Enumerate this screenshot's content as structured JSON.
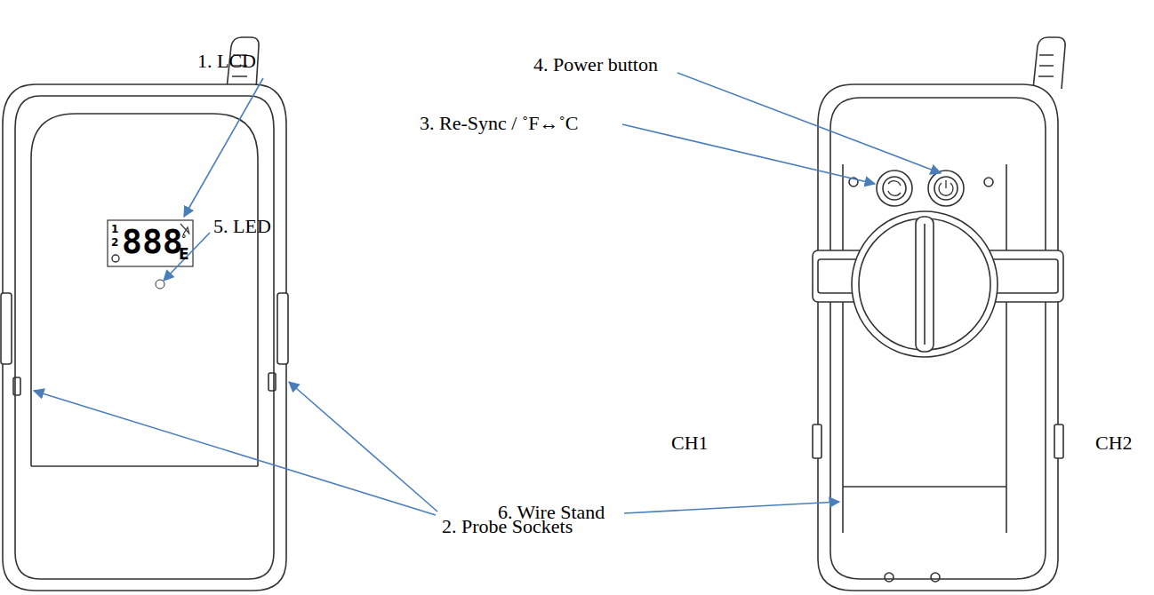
{
  "diagram": {
    "labels": [
      "1. LCD",
      "5. LED",
      "2. Probe Sockets",
      "4. Power button",
      "3. Re-Sync / ˚F↔˚C",
      "6. Wire Stand",
      "CH1",
      "CH2",
      "1",
      "2",
      "888",
      "°",
      "E"
    ]
  }
}
